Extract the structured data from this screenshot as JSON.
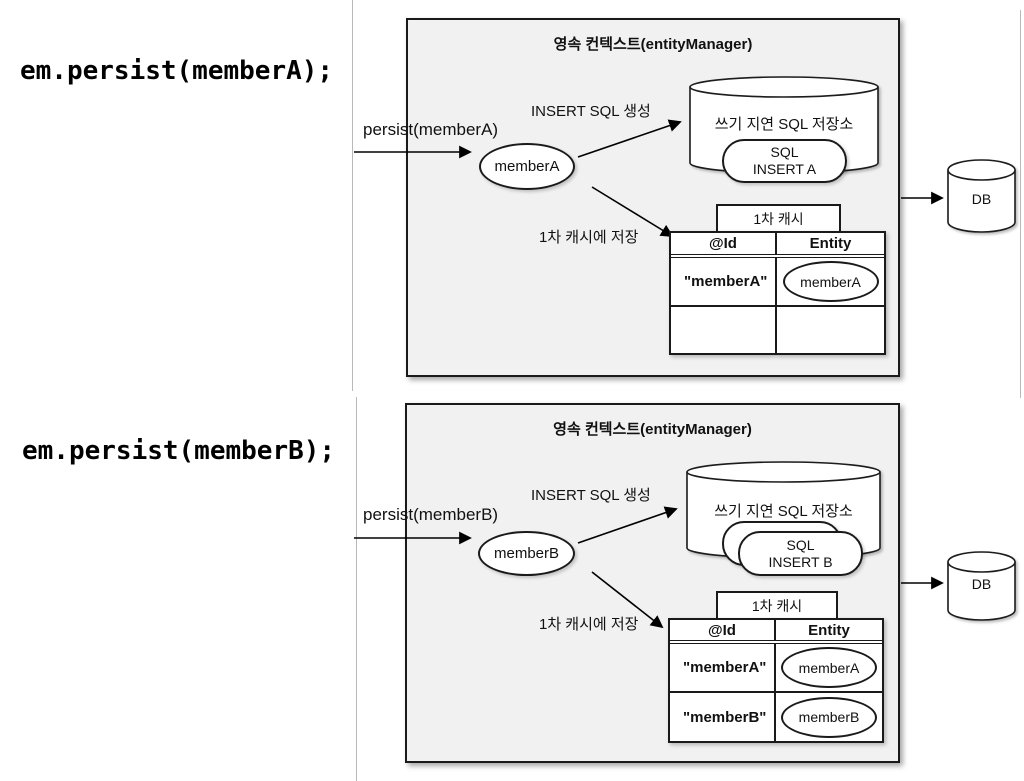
{
  "colors": {
    "container_fill": "#f1f1f1",
    "shape_fill": "#ffffff",
    "stroke": "#1a1a1a",
    "page_rule": "#b9b9b9"
  },
  "slide1": {
    "code": "em.persist(memberA);",
    "call_label": "persist(memberA)",
    "container_title": "영속 컨텍스트(entityManager)",
    "insert_sql_label": "INSERT SQL 생성",
    "sql_store_title": "쓰기 지연 SQL 저장소",
    "sql_chip": {
      "line1": "SQL",
      "line2": "INSERT A"
    },
    "entity_label": "memberA",
    "cache_save_label": "1차 캐시에 저장",
    "cache_tab": "1차 캐시",
    "table": {
      "headers": [
        "@Id",
        "Entity"
      ],
      "rows": [
        {
          "id": "\"memberA\"",
          "entity": "memberA"
        },
        {
          "id": "",
          "entity": ""
        }
      ]
    },
    "db_label": "DB"
  },
  "slide2": {
    "code": "em.persist(memberB);",
    "call_label": "persist(memberB)",
    "container_title": "영속 컨텍스트(entityManager)",
    "insert_sql_label": "INSERT SQL 생성",
    "sql_store_title": "쓰기 지연 SQL 저장소",
    "sql_chip": {
      "line1": "SQL",
      "line2": "INSERT B"
    },
    "entity_label": "memberB",
    "cache_save_label": "1차 캐시에 저장",
    "cache_tab": "1차 캐시",
    "table": {
      "headers": [
        "@Id",
        "Entity"
      ],
      "rows": [
        {
          "id": "\"memberA\"",
          "entity": "memberA"
        },
        {
          "id": "\"memberB\"",
          "entity": "memberB"
        }
      ]
    },
    "db_label": "DB"
  }
}
